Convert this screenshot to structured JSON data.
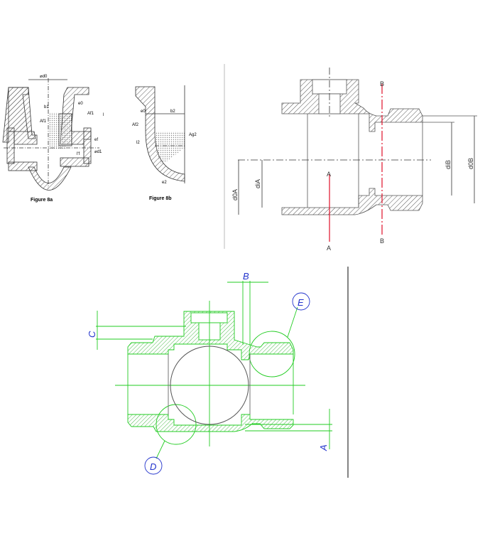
{
  "figure_8a": {
    "caption": "Figure 8a",
    "labels": {
      "d0": "⌀d0",
      "b1": "b1",
      "af1": "Af1",
      "ae1": "Af1",
      "e0": "e0",
      "l": "l",
      "lf": "l'f",
      "ef": "ef",
      "dh": "⌀d1"
    }
  },
  "figure_8b": {
    "caption": "Figure 8b",
    "labels": {
      "e0": "e0",
      "b2": "b2",
      "af2": "Af2",
      "ag2": "Ag2",
      "l2": "l2",
      "e2": "e2"
    }
  },
  "section_drawing": {
    "labels": {
      "a_top": "A",
      "a_bottom": "A",
      "b_top": "B",
      "b_bottom": "B",
      "d0a": "d0A",
      "dia": "diA",
      "dib": "diB",
      "d0b": "d0B"
    },
    "section_color": "#e0102a"
  },
  "valve_drawing": {
    "labels": {
      "b": "B",
      "c": "C",
      "e": "E",
      "d": "D",
      "a": "A"
    },
    "line_color": "#22dd22",
    "label_color": "#2233cc"
  }
}
